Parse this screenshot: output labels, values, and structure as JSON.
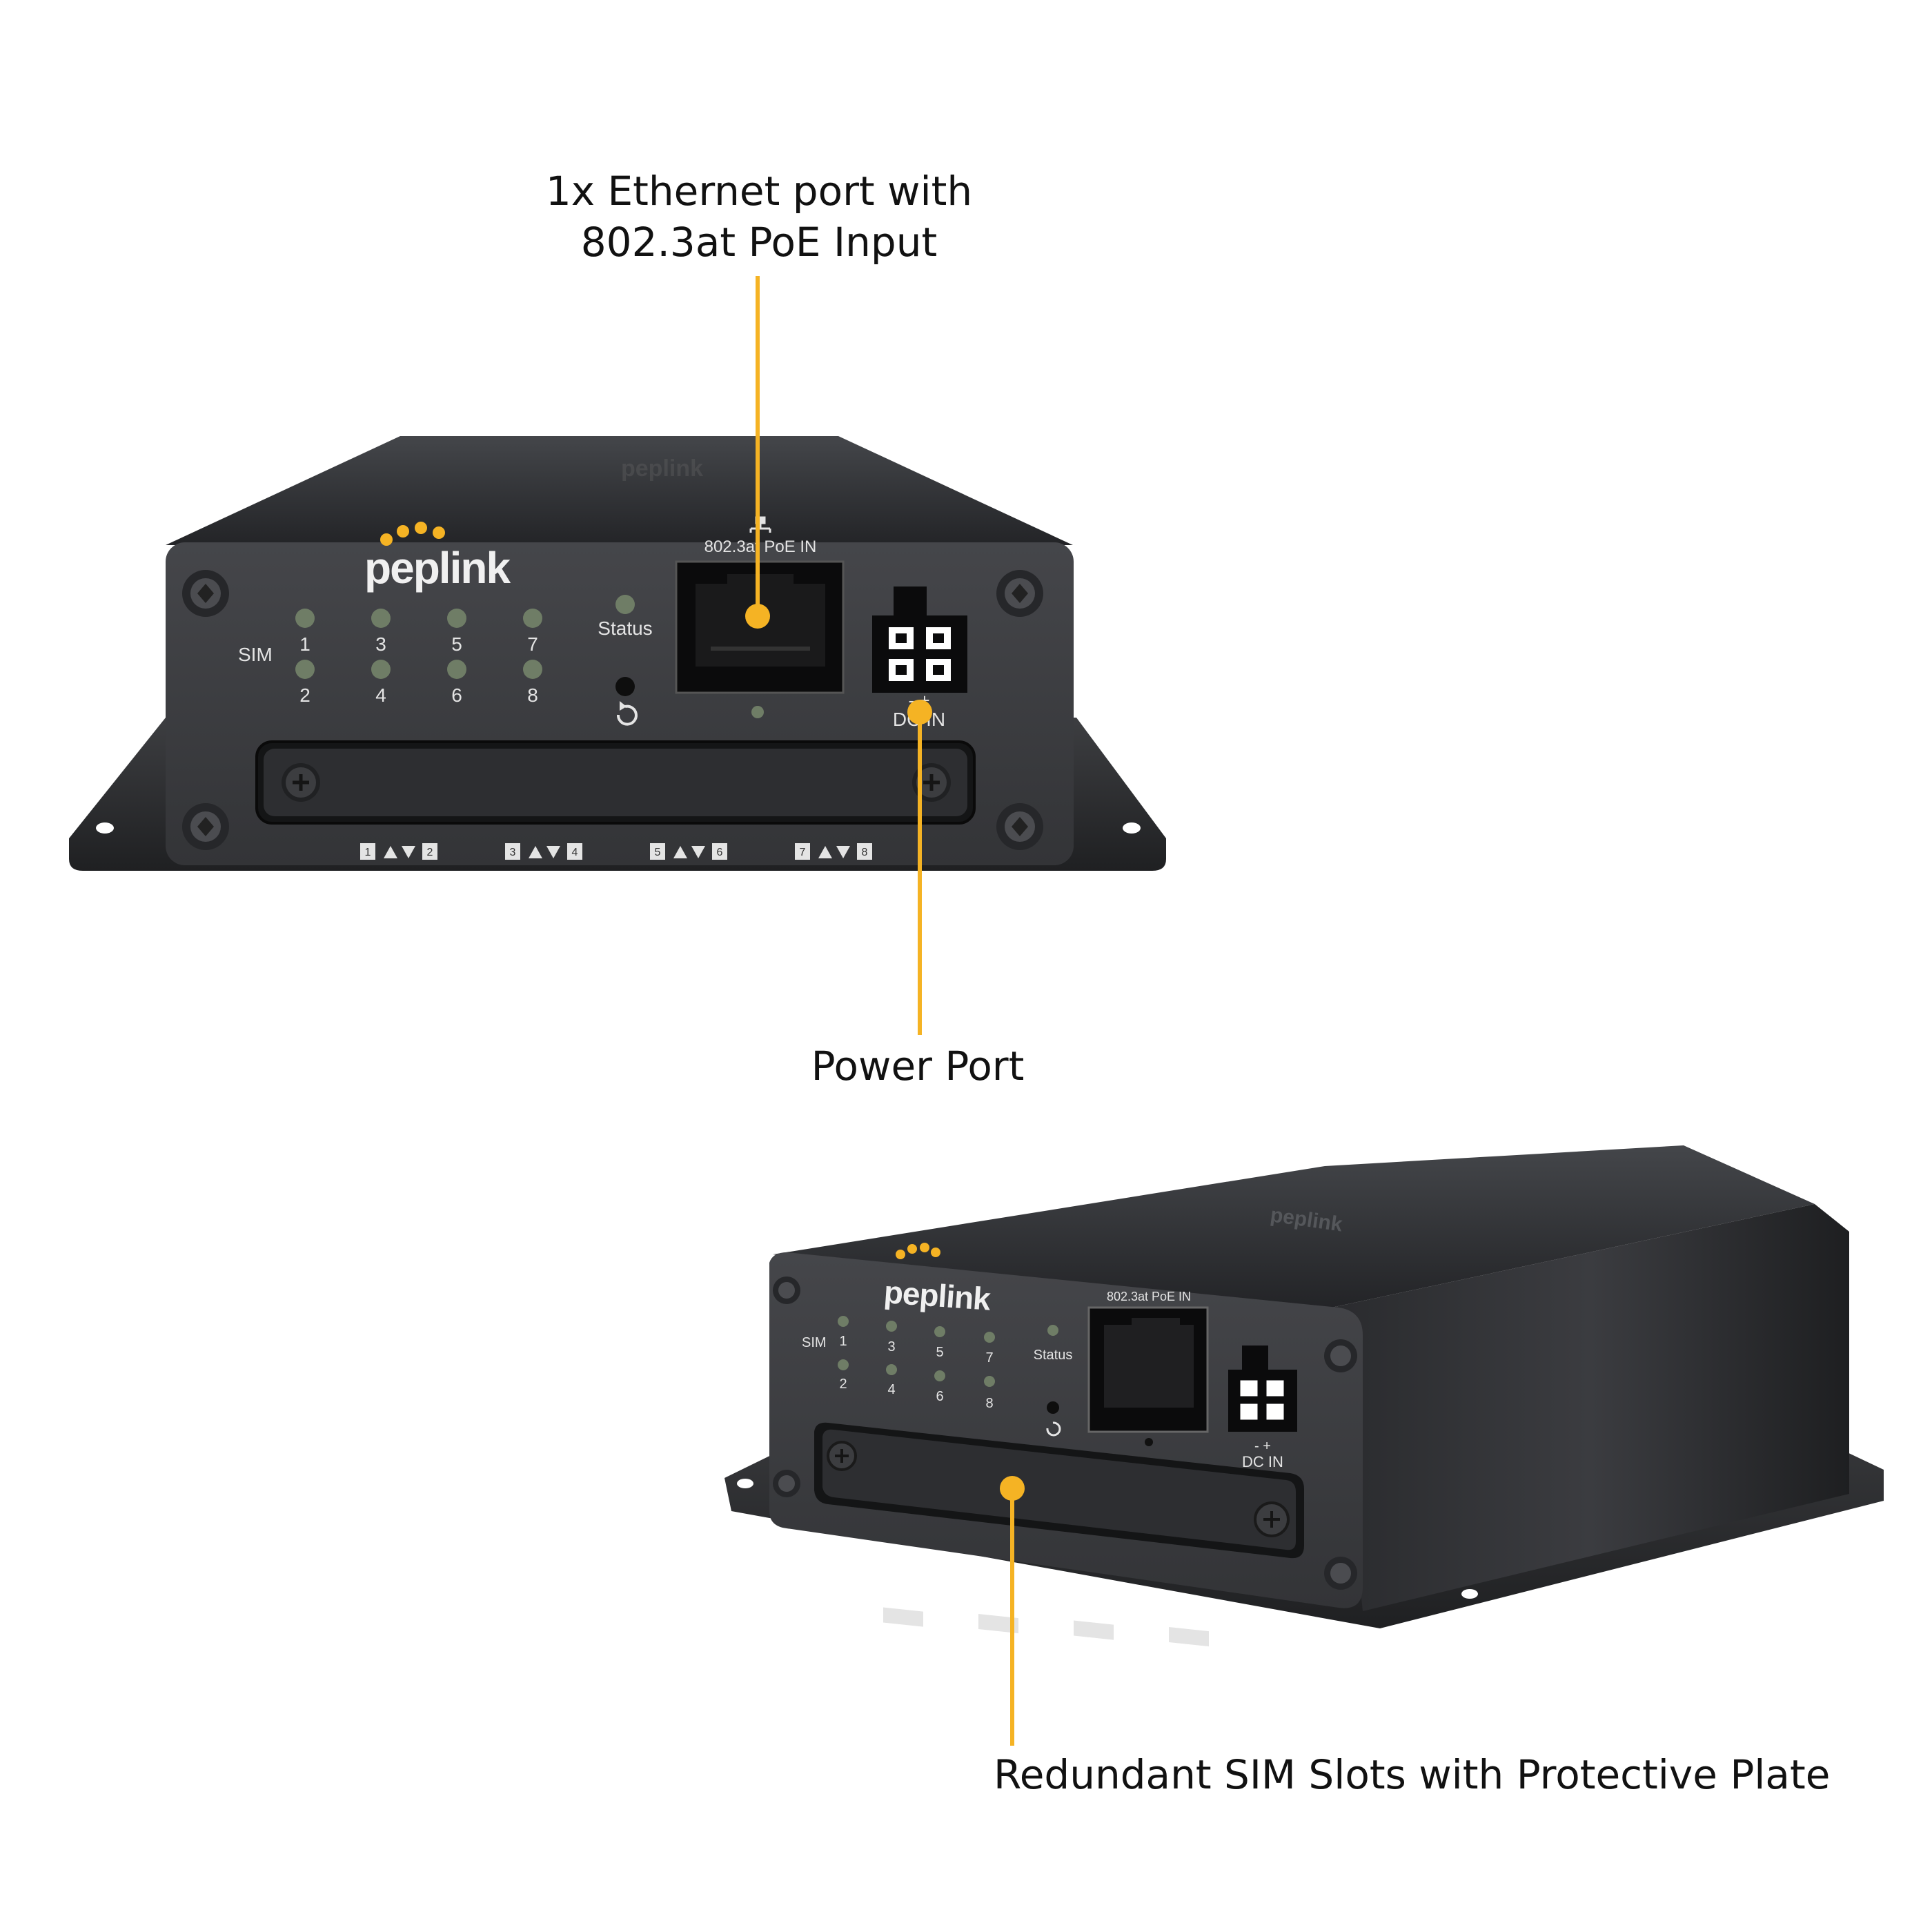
{
  "callouts": {
    "ethernet": {
      "line1": "1x Ethernet port with",
      "line2": "802.3at PoE Input"
    },
    "power": {
      "label": "Power Port"
    },
    "sim": {
      "label": "Redundant SIM Slots with Protective Plate"
    }
  },
  "device": {
    "brand": "peplink",
    "sim_label": "SIM",
    "led_numbers": [
      "1",
      "2",
      "3",
      "4",
      "5",
      "6",
      "7",
      "8"
    ],
    "status_label": "Status",
    "poe_label": "802.3at PoE IN",
    "dc_label": "DC IN",
    "dc_polarity": "- +",
    "sim_slot_pairs": [
      {
        "a": "1",
        "b": "2"
      },
      {
        "a": "3",
        "b": "4"
      },
      {
        "a": "5",
        "b": "6"
      },
      {
        "a": "7",
        "b": "8"
      }
    ]
  },
  "colors": {
    "accent": "#f5b324",
    "chassis": "#2c2d2f",
    "front_panel": "#3a3b3d",
    "label_text": "#e4e4e4",
    "led_off": "#6f7d66"
  },
  "icons": [
    "reset-icon",
    "ethernet-network-icon",
    "screw-icon"
  ]
}
